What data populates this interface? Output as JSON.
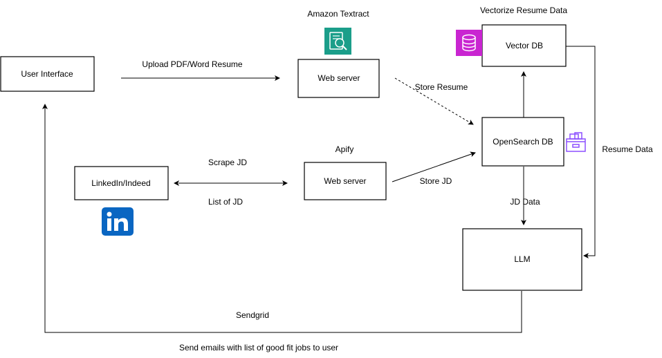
{
  "nodes": {
    "user_interface": "User Interface",
    "web_server_textract": "Web server",
    "vector_db": "Vector DB",
    "opensearch_db": "OpenSearch DB",
    "linkedin_indeed": "LinkedIn/Indeed",
    "web_server_apify": "Web server",
    "llm": "LLM"
  },
  "labels": {
    "amazon_textract": "Amazon Textract",
    "vectorize_resume_data": "Vectorize Resume Data",
    "upload_resume": "Upload PDF/Word Resume",
    "store_resume": "Store Resume",
    "apify": "Apify",
    "scrape_jd": "Scrape JD",
    "list_of_jd": "List of JD",
    "store_jd": "Store JD",
    "resume_data": "Resume Data",
    "jd_data": "JD Data",
    "sendgrid": "Sendgrid",
    "send_emails": "Send emails with list of good fit jobs to user"
  },
  "icons": {
    "textract": "amazon-textract-icon",
    "vector_db": "database-icon",
    "opensearch": "archive-box-icon",
    "linkedin": "linkedin-icon"
  },
  "colors": {
    "textract_bg": "#1B9E8A",
    "vector_db_bg": "#C925D1",
    "opensearch_stroke": "#8C4FFF",
    "linkedin_bg": "#0A66C2"
  }
}
